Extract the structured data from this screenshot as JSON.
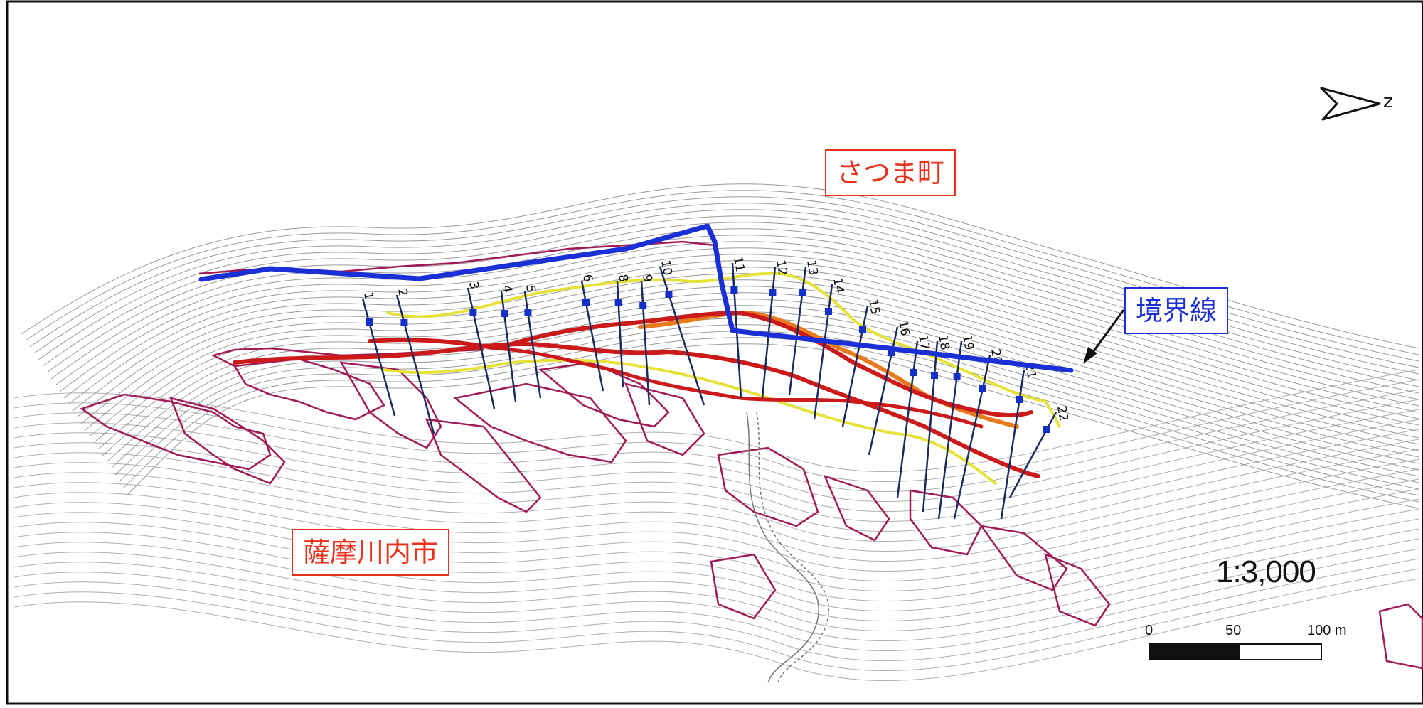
{
  "labels": {
    "town": "さつま町",
    "city": "薩摩川内市",
    "boundary": "境界線"
  },
  "scale": {
    "ratio": "1:3,000",
    "tick_0": "0",
    "tick_50": "50",
    "tick_100": "100 m"
  },
  "north": {
    "letter": "z",
    "icon": "north-arrow-icon"
  },
  "section_numbers": [
    "1",
    "2",
    "3",
    "4",
    "5",
    "6",
    "8",
    "9",
    "10",
    "11",
    "12",
    "13",
    "14",
    "15",
    "16",
    "17",
    "18",
    "19",
    "20",
    "21",
    "22"
  ],
  "colors": {
    "boundary": "#1a2fd6",
    "label_red": "#e8321e",
    "contour": "#9a9a9a",
    "field_outline": "#a01a55",
    "hazard_red": "#cc1a1a",
    "hazard_orange": "#e87a1e",
    "hazard_yellow": "#e6e23a",
    "section_line": "#1c2a5e",
    "marker": "#1530c8"
  }
}
